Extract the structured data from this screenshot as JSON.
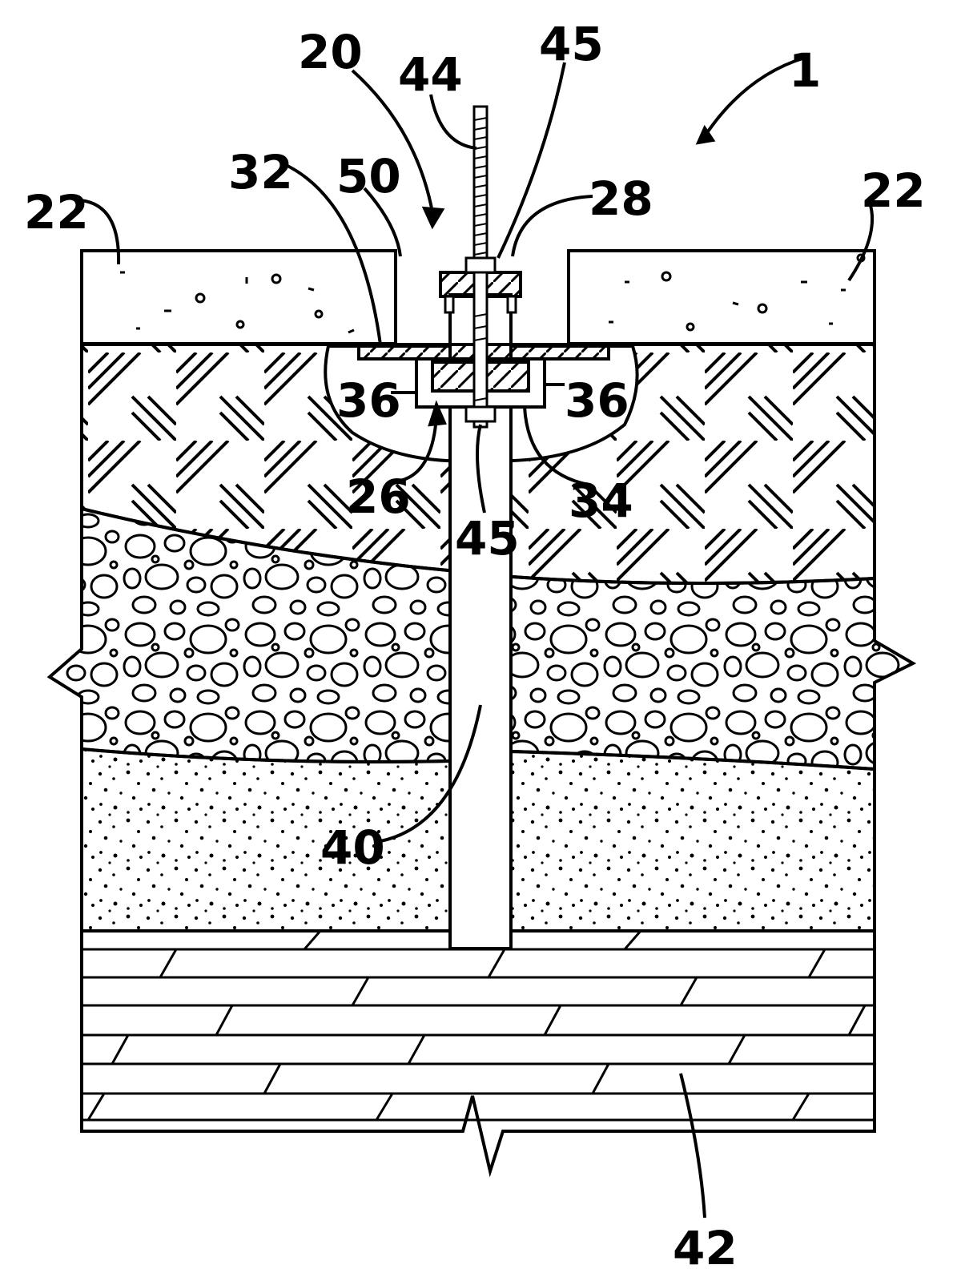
{
  "labels": {
    "l1": "1",
    "l20": "20",
    "l44": "44",
    "l45_top": "45",
    "l22_left": "22",
    "l22_right": "22",
    "l32": "32",
    "l50": "50",
    "l28": "28",
    "l36_left": "36",
    "l36_right": "36",
    "l26": "26",
    "l45_mid": "45",
    "l34": "34",
    "l40": "40",
    "l42": "42"
  },
  "colors": {
    "ink": "#000000",
    "paper": "#ffffff"
  }
}
